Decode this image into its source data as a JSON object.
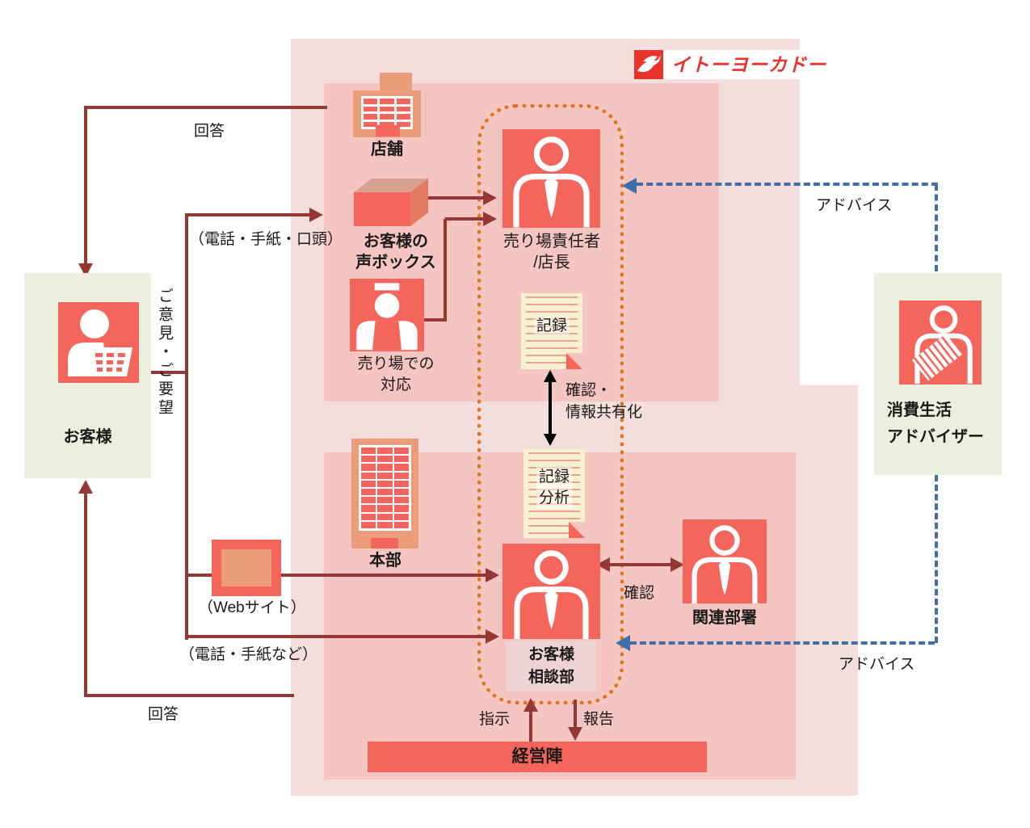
{
  "logo": {
    "brand": "イトーヨーカドー",
    "icon": "dove-icon"
  },
  "nodes": {
    "customer": {
      "label": "お客様",
      "icon": "person-with-shopping-basket"
    },
    "store": {
      "label": "店舗",
      "icon": "store-building"
    },
    "voice_box": {
      "line1": "お客様の",
      "line2": "声ボックス",
      "icon": "suggestion-box-cube"
    },
    "floor_response": {
      "line1": "売り場での",
      "line2": "対応",
      "icon": "clerk-with-apron"
    },
    "floor_manager": {
      "line1": "売り場責任者",
      "line2": "/店長",
      "icon": "person-with-tie"
    },
    "record": {
      "label": "記録",
      "icon": "lined-document"
    },
    "record_analysis": {
      "line1": "記録",
      "line2": "分析",
      "icon": "lined-document"
    },
    "consultation": {
      "line1": "お客様",
      "line2": "相談部",
      "icon": "person-with-tie"
    },
    "related": {
      "label": "関連部署",
      "icon": "person-with-tie"
    },
    "headquarters": {
      "label": "本部",
      "icon": "office-building"
    },
    "website": {
      "label": "（Webサイト）",
      "icon": "monitor-screen"
    },
    "management": {
      "label": "経営陣"
    },
    "advisor": {
      "line1": "消費生活",
      "line2": "アドバイザー",
      "icon": "person-with-certificate"
    }
  },
  "labels": {
    "answer_top": "回答",
    "answer_bottom": "回答",
    "channel_store": "（電話・手紙・口頭）",
    "channel_hq": "（電話・手紙など）",
    "opinions": "ご意見・ご要望",
    "confirm_share1": "確認・",
    "confirm_share2": "情報共有化",
    "confirm": "確認",
    "advice_top": "アドバイス",
    "advice_bottom": "アドバイス",
    "instruction": "指示",
    "report": "報告"
  },
  "colors": {
    "outer_bg": "#f3dedd",
    "inner_bg": "#f5c5c2",
    "green_bg": "#ebefdf",
    "icon_red": "#f4665c",
    "building_orange": "#eb9d79",
    "arrow_dark_red": "#953735",
    "advice_blue": "#3f6fa8",
    "dotted_orange": "#e0761c",
    "doc_paper": "#f8f1d0",
    "logo_red": "#e8332a"
  }
}
